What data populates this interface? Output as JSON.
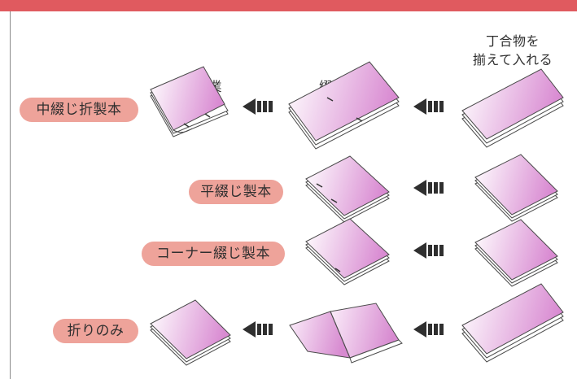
{
  "columns": {
    "col1": "折り作業",
    "col2": "綴じ作業",
    "col3_line1": "丁合物を",
    "col3_line2": "揃えて入れる"
  },
  "rows": [
    {
      "label": "中綴じ折製本"
    },
    {
      "label": "平綴じ製本"
    },
    {
      "label": "コーナー綴じ製本"
    },
    {
      "label": "折りのみ"
    }
  ],
  "colors": {
    "accent_bar": "#e05a5f",
    "pill": "#eea39a",
    "sheet_gradient_start": "#ffffff",
    "sheet_gradient_end": "#d98bd2",
    "arrow": "#2f2f2f"
  },
  "icons": [
    "stack-sheet-icon",
    "arrow-left-icon",
    "staple-mark-icon",
    "folded-sheet-icon"
  ]
}
